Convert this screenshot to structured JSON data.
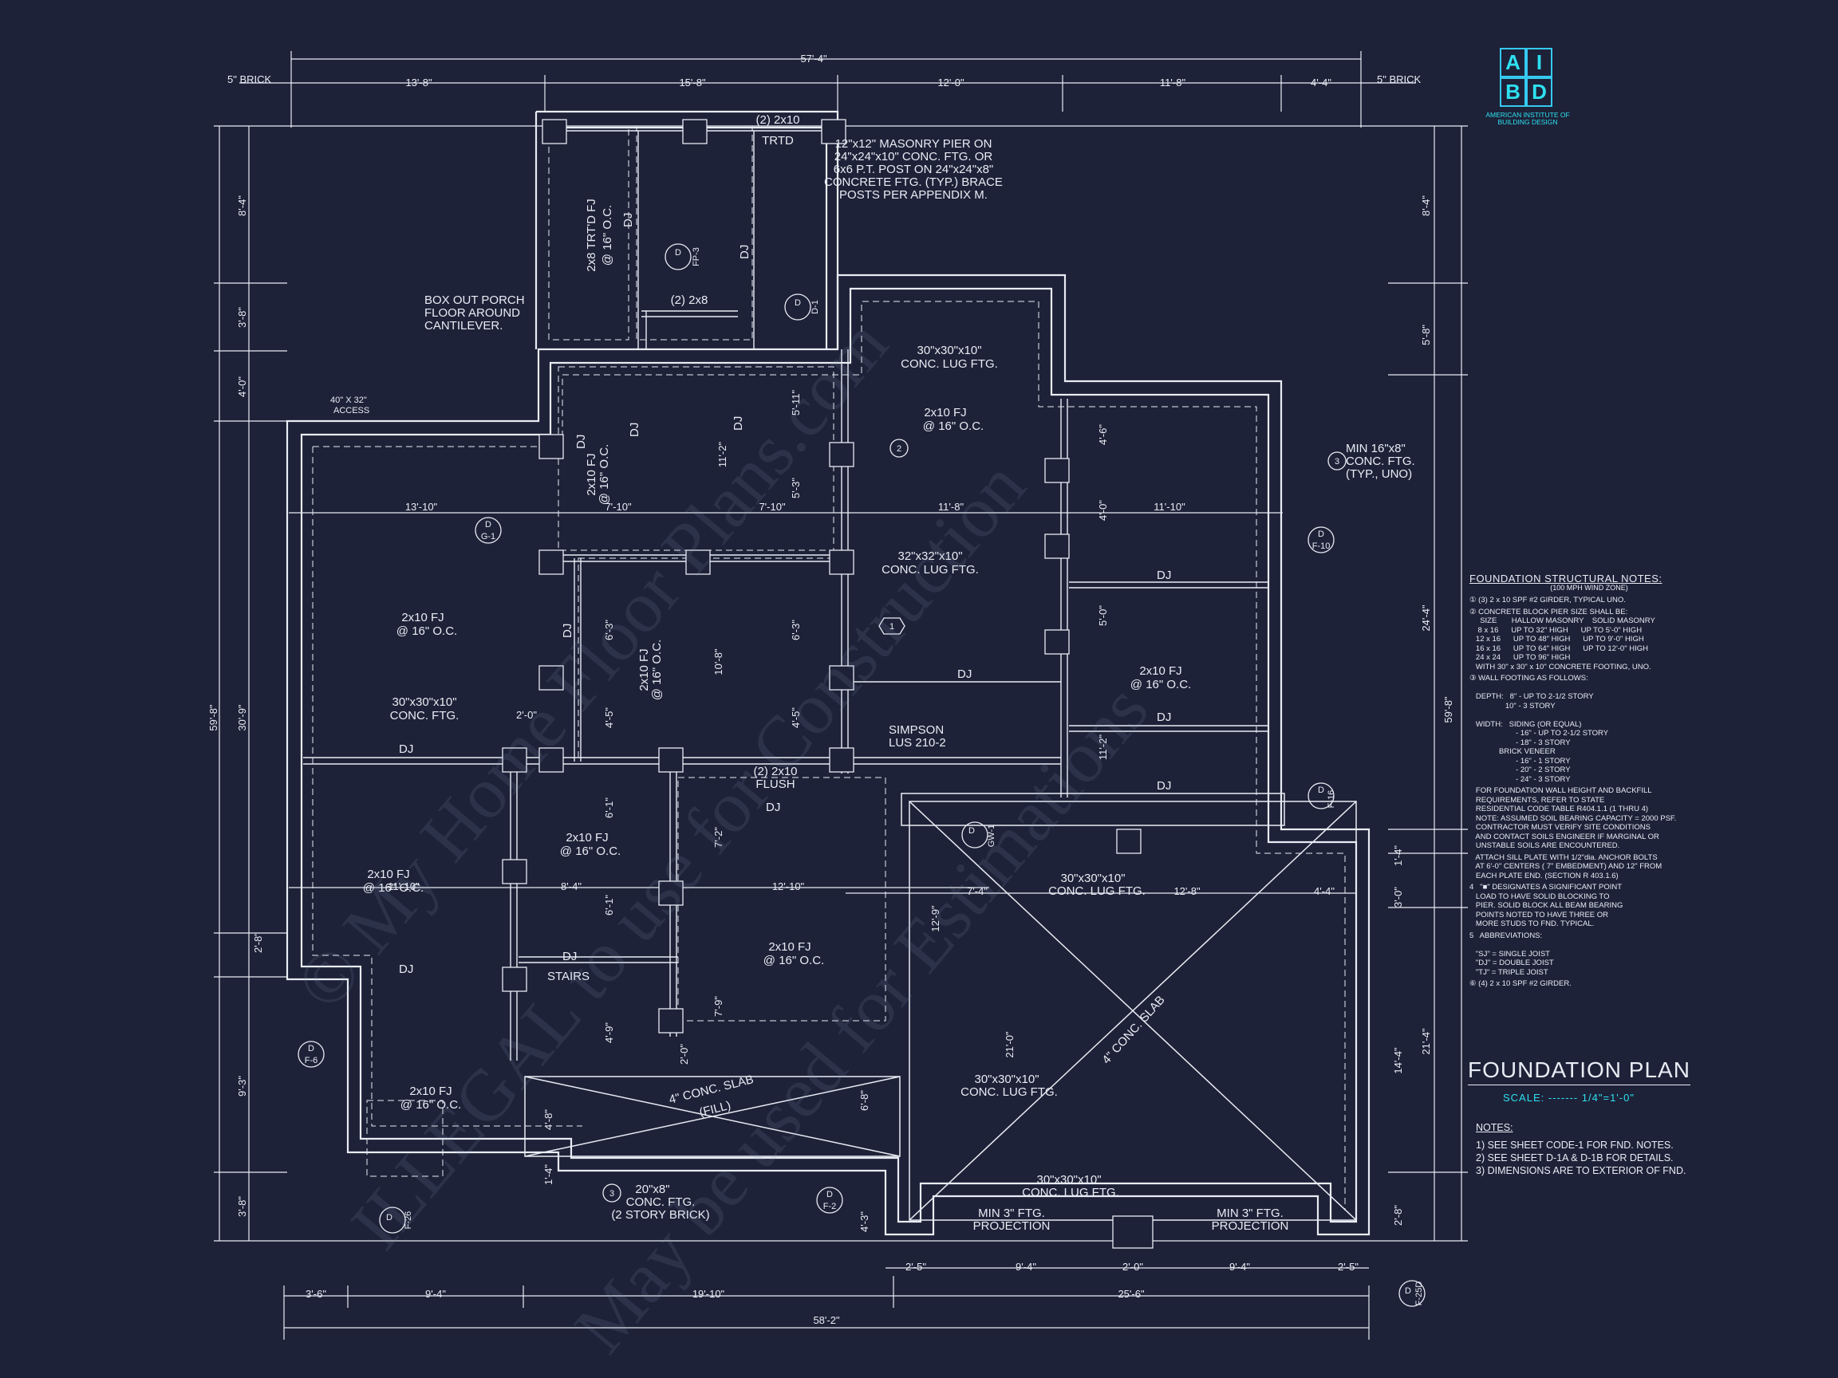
{
  "title": "FOUNDATION PLAN",
  "scale_label": "SCALE:",
  "scale_value": "------- 1/4\"=1'-0\"",
  "colors": {
    "background": "#1d2238",
    "line": "#e8ecf4",
    "accent": "#2ee0f0"
  },
  "logo": {
    "letters": [
      "A",
      "I",
      "B",
      "D"
    ],
    "caption": "AMERICAN INSTITUTE OF BUILDING DESIGN"
  },
  "dimensions": {
    "top_overall": "57'-4\"",
    "top_segments": [
      "13'-8\"",
      "15'-8\"",
      "12'-0\"",
      "11'-8\"",
      "4'-4\""
    ],
    "brick_left": "5\" BRICK",
    "brick_right": "5\" BRICK",
    "bottom_overall": "58'-2\"",
    "bottom_segments": [
      "3'-6\"",
      "9'-4\"",
      "19'-10\"",
      "25'-6\""
    ],
    "garage_segments": [
      "2'-5\"",
      "9'-4\"",
      "2'-0\"",
      "9'-4\"",
      "2'-5\""
    ],
    "left_overall": "59'-8\"",
    "left_segments": [
      "8'-4\"",
      "3'-8\"",
      "4'-0\"",
      "30'-9\"",
      "2'-8\"",
      "9'-3\"",
      "3'-8\""
    ],
    "right_overall": "59'-8\"",
    "right_segments": [
      "8'-4\"",
      "5'-8\"",
      "24'-4\"",
      "1'-4\"",
      "3'-0\"",
      "21'-4\"",
      "14'-4\"",
      "2'-8\""
    ],
    "interior": [
      "13'-10\"",
      "7'-10\"",
      "7'-10\"",
      "11'-8\"",
      "11'-10\"",
      "11'-10\"",
      "8'-4\"",
      "12'-10\"",
      "7'-4\"",
      "12'-8\"",
      "4'-4\"",
      "6'-3\"",
      "6'-3\"",
      "4'-5\"",
      "4'-5\"",
      "10'-8\"",
      "11'-2\"",
      "5'-11\"",
      "5'-3\"",
      "4'-6\"",
      "4'-0\"",
      "5'-0\"",
      "11'-2\"",
      "6'-1\"",
      "6'-1\"",
      "4'-9\"",
      "7'-2\"",
      "7'-9\"",
      "12'-9\"",
      "21'-0\"",
      "2'-0\"",
      "6'-8\"",
      "4'-8\"",
      "4'-3\"",
      "2'-0\"",
      "1'-4\""
    ]
  },
  "labels": {
    "girder_top": "(2) 2x10",
    "trtd": "TRTD",
    "pier_note": [
      "12\"x12\" MASONRY PIER ON",
      "24\"x24\"x10\" CONC. FTG. OR",
      "6x6 P.T. POST ON 24\"x24\"x8\"",
      "CONCRETE FTG. (TYP.) BRACE",
      "POSTS PER APPENDIX M."
    ],
    "porch_joists": [
      "2x8 TRT'D FJ",
      "@ 16\" O.C."
    ],
    "box_out": [
      "BOX OUT PORCH",
      "FLOOR AROUND",
      "CANTILEVER."
    ],
    "girder_2x8": "(2) 2x8",
    "lug_30_a": [
      "30\"x30\"x10\"",
      "CONC. LUG FTG."
    ],
    "lug_32": [
      "32\"x32\"x10\"",
      "CONC. LUG FTG."
    ],
    "ftg_30": [
      "30\"x30\"x10\"",
      "CONC. FTG."
    ],
    "min_16x8": [
      "MIN 16\"x8\"",
      "CONC. FTG.",
      "(TYP., UNO)"
    ],
    "access": [
      "40\" X 32\"",
      "ACCESS"
    ],
    "simpson": [
      "SIMPSON",
      "LUS 210-2"
    ],
    "flush_girder": [
      "(2) 2x10",
      "FLUSH"
    ],
    "fj_2x10": [
      "2x10 FJ",
      "@ 16\" O.C."
    ],
    "dj": "DJ",
    "stairs": "STAIRS",
    "slab_porch": [
      "4\" CONC. SLAB",
      "(FILL)"
    ],
    "slab_garage": "4\" CONC. SLAB",
    "ftg_20x8": [
      "20\"x8\"",
      "CONC. FTG.",
      "(2 STORY BRICK)"
    ],
    "lug_30_b": [
      "30\"x30\"x10\"",
      "CONC. LUG FTG."
    ],
    "lug_30_c": [
      "30\"x30\"x10\"",
      "CONC. LUG FTG."
    ],
    "lug_30_d": [
      "30\"x30\"x10\"",
      "CONC. LUG FTG."
    ],
    "projection": [
      "MIN 3\" FTG.",
      "PROJECTION"
    ],
    "tags": [
      "1",
      "2",
      "3",
      "3"
    ],
    "section_refs": [
      "FP-3",
      "D-1",
      "G-1",
      "F-10",
      "GW-1",
      "F-16",
      "F-6",
      "F-2",
      "F-26",
      "F-25D"
    ],
    "section_letter": "D"
  },
  "structural_notes": {
    "title": "FOUNDATION STRUCTURAL NOTES:",
    "subtitle": "(100 MPH WIND ZONE)",
    "items": [
      "① (3) 2 x 10 SPF #2 GIRDER, TYPICAL UNO.",
      "② CONCRETE BLOCK PIER SIZE SHALL BE:\n     SIZE       HALLOW MASONRY    SOLID MASONRY\n    8 x 16      UP TO 32\" HIGH      UP TO 5'-0\" HIGH\n   12 x 16      UP TO 48\" HIGH      UP TO 9'-0\" HIGH\n   16 x 16      UP TO 64\" HIGH      UP TO 12'-0\" HIGH\n   24 x 24      UP TO 96\" HIGH\n   WITH 30\" x 30\" x 10\" CONCRETE FOOTING, UNO.",
      "③ WALL FOOTING AS FOLLOWS:\n\n   DEPTH:   8\" - UP TO 2-1/2 STORY\n                 10\" - 3 STORY\n\n   WIDTH:   SIDING (OR EQUAL)\n                      - 16\" - UP TO 2-1/2 STORY\n                      - 18\" - 3 STORY\n              BRICK VENEER\n                      - 16\" - 1 STORY\n                      - 20\" - 2 STORY\n                      - 24\" - 3 STORY",
      "   FOR FOUNDATION WALL HEIGHT AND BACKFILL\n   REQUIREMENTS, REFER TO STATE\n   RESIDENTIAL CODE TABLE R404.1.1 (1 THRU 4)\n   NOTE: ASSUMED SOIL BEARING CAPACITY = 2000 PSF.\n   CONTRACTOR MUST VERIFY SITE CONDITIONS\n   AND CONTACT SOILS ENGINEER IF MARGINAL OR\n   UNSTABLE SOILS ARE ENCOUNTERED.",
      "   ATTACH SILL PLATE WITH 1/2\"dia. ANCHOR BOLTS\n   AT 6'-0\" CENTERS ( 7\" EMBEDMENT) AND 12\" FROM\n   EACH PLATE END. (SECTION R 403.1.6)",
      "4   \"■\" DESIGNATES A SIGNIFICANT POINT\n   LOAD TO HAVE SOLID BLOCKING TO\n   PIER. SOLID BLOCK ALL BEAM BEARING\n   POINTS NOTED TO HAVE THREE OR\n   MORE STUDS TO FND. TYPICAL.",
      "5   ABBREVIATIONS:\n\n   \"SJ\" = SINGLE JOIST\n   \"DJ\" = DOUBLE JOIST\n   \"TJ\" = TRIPLE JOIST",
      "⑥ (4) 2 x 10 SPF #2 GIRDER."
    ]
  },
  "plan_notes": {
    "heading": "NOTES:",
    "items": [
      "1)  SEE SHEET CODE-1 FOR FND. NOTES.",
      "2)  SEE SHEET D-1A & D-1B FOR DETAILS.",
      "3)  DIMENSIONS ARE TO EXTERIOR OF FND."
    ]
  },
  "watermarks": [
    "© My Home Floor Plans.com",
    "ILLEGAL to use for Construction",
    "May be used for Estimations"
  ]
}
